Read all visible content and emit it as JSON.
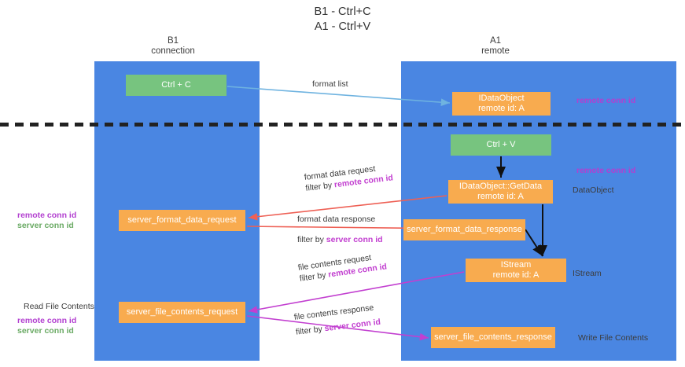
{
  "title": {
    "line1": "B1 - Ctrl+C",
    "line2": "A1 - Ctrl+V"
  },
  "lanes": [
    {
      "id": "b1",
      "title": "B1",
      "subtitle": "connection",
      "color": "#4a86e2"
    },
    {
      "id": "a1",
      "title": "A1",
      "subtitle": "remote",
      "color": "#4a86e2"
    }
  ],
  "nodes": {
    "ctrl_c": {
      "line1": "Ctrl + C",
      "line2": "",
      "color": "#77c47f"
    },
    "idataobject": {
      "line1": "IDataObject",
      "line2": "remote id: A",
      "color": "#f8ab4f"
    },
    "ctrl_v": {
      "line1": "Ctrl + V",
      "line2": "",
      "color": "#77c47f"
    },
    "getdata": {
      "line1": "IDataObject::GetData",
      "line2": "remote id: A",
      "color": "#f8ab4f"
    },
    "format_req": {
      "line1": "server_format_data_request",
      "line2": "",
      "color": "#f8ab4f"
    },
    "format_resp": {
      "line1": "server_format_data_response",
      "line2": "",
      "color": "#f8ab4f"
    },
    "istream": {
      "line1": "IStream",
      "line2": "remote id: A",
      "color": "#f8ab4f"
    },
    "file_req": {
      "line1": "server_file_contents_request",
      "line2": "",
      "color": "#f8ab4f"
    },
    "file_resp": {
      "line1": "server_file_contents_response",
      "line2": "",
      "color": "#f8ab4f"
    }
  },
  "edge_labels": {
    "format_list": {
      "text": "format list"
    },
    "format_data_request": {
      "line1": "format data request",
      "prefix": "filter by ",
      "token": "remote conn id"
    },
    "format_data_response": {
      "line1": "format data response",
      "prefix": "filter by ",
      "token": "server conn id"
    },
    "file_contents_request": {
      "line1": "file contents request",
      "prefix": "filter by ",
      "token": "remote conn id"
    },
    "file_contents_response": {
      "line1": "file contents response",
      "prefix": "filter by ",
      "token": "server conn id"
    }
  },
  "annotations": {
    "remote_conn_id_top": "remote conn id",
    "remote_conn_id_mid": "remote conn id",
    "dataobject": "DataObject",
    "istream": "IStream",
    "write_file_contents": "Write File Contents",
    "read_file_contents": "Read File Contents",
    "left_remote_conn_id_1": "remote conn id",
    "left_server_conn_id_1": "server conn id",
    "left_remote_conn_id_2": "remote conn id",
    "left_server_conn_id_2": "server conn id"
  },
  "colors": {
    "lane": "#4a86e2",
    "green_node": "#77c47f",
    "orange_node": "#f8ab4f",
    "purple_text": "#b23fd0",
    "green_text": "#6aaa64",
    "magenta_arrow": "#c23fd0",
    "red_arrow": "#ee6055",
    "blue_arrow": "#6fb3e0",
    "black_arrow": "#111111",
    "divider": "#222222"
  }
}
